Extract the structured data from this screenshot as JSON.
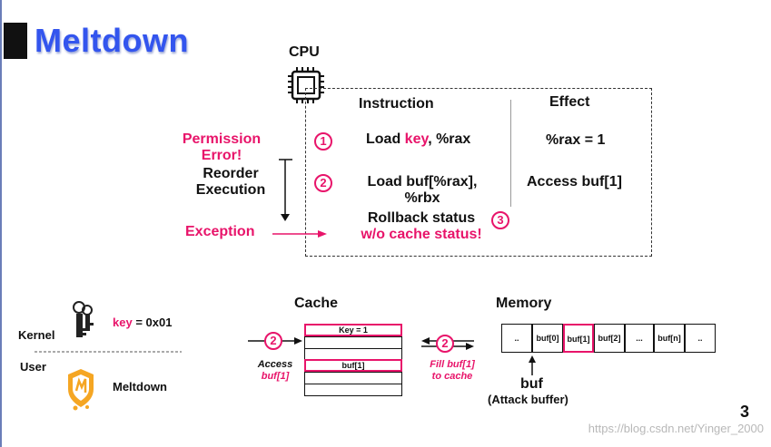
{
  "title": "Meltdown",
  "cpu_label": "CPU",
  "headers": {
    "instruction": "Instruction",
    "effect": "Effect"
  },
  "steps": [
    {
      "num": "1",
      "instruction_pre": "Load ",
      "instruction_key": "key",
      "instruction_post": ", %rax",
      "effect": "%rax = 1"
    },
    {
      "num": "2",
      "instruction_line1": "Load buf[%rax],",
      "instruction_line2": "%rbx",
      "effect": "Access buf[1]"
    },
    {
      "num": "3",
      "line1": "Rollback status",
      "line2": "w/o cache status!"
    }
  ],
  "left_labels": {
    "permission_line1": "Permission",
    "permission_line2": "Error!",
    "reorder_line1": "Reorder",
    "reorder_line2": "Execution",
    "exception": "Exception"
  },
  "privilege": {
    "kernel": "Kernel",
    "user": "User",
    "key_label_pre": "key",
    "key_label_post": " = 0x01",
    "meltdown_label": "Meltdown"
  },
  "cache": {
    "title": "Cache",
    "key_row": "Key = 1",
    "buf_row": "buf[1]",
    "step_num": "2",
    "access_line1": "Access",
    "access_line2": "buf[1]"
  },
  "memory": {
    "title": "Memory",
    "cells": [
      "..",
      "buf[0]",
      "buf[1]",
      "buf[2]",
      "...",
      "buf[n]",
      ".."
    ],
    "highlight_index": 2,
    "step_num": "2",
    "fill_line1": "Fill buf[1]",
    "fill_line2": "to cache",
    "buf_label": "buf",
    "buf_caption": "(Attack buffer)"
  },
  "page_number": "3",
  "watermark": "https://blog.csdn.net/Yinger_2000",
  "colors": {
    "accent": "#e8146a",
    "title_blue": "#3355ee",
    "meltdown_orange": "#f5a623"
  }
}
